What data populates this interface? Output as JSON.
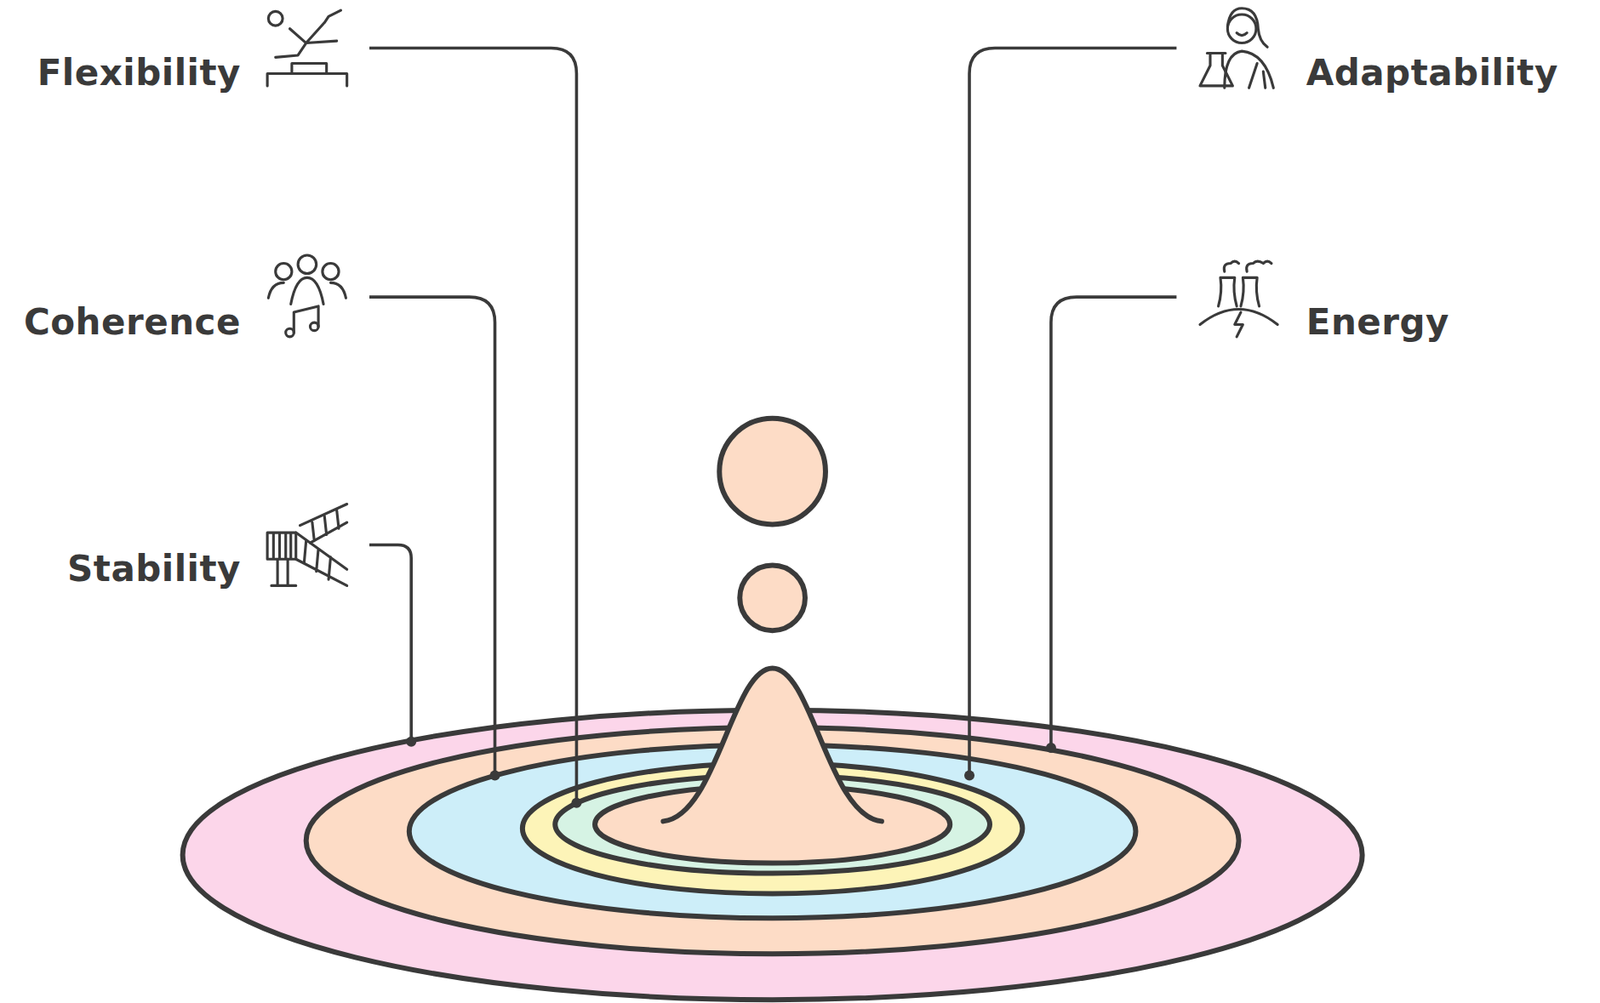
{
  "diagram": {
    "labels": [
      "Flexibility",
      "Adaptability",
      "Coherence",
      "Energy",
      "Stability"
    ]
  }
}
